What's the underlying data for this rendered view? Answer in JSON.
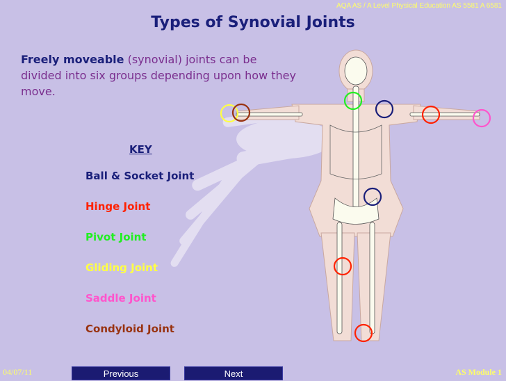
{
  "header_note": "AQA AS / A Level Physical Education AS 5581 A 6581",
  "title": "Types of Synovial Joints",
  "intro": {
    "bold": "Freely moveable",
    "rest": " (synovial) joints can be divided into six groups depending upon how they move."
  },
  "key": {
    "title": "KEY",
    "items": [
      {
        "label": "Ball & Socket Joint",
        "color": "#1a1f7a"
      },
      {
        "label": "Hinge Joint",
        "color": "#ff2200"
      },
      {
        "label": "Pivot Joint",
        "color": "#22ee22"
      },
      {
        "label": "Gliding Joint",
        "color": "#ffff44"
      },
      {
        "label": "Saddle Joint",
        "color": "#ff55cc"
      },
      {
        "label": "Condyloid Joint",
        "color": "#993311"
      }
    ]
  },
  "footer": {
    "date": "04/07/11",
    "module": "AS Module 1",
    "previous_label": "Previous",
    "next_label": "Next"
  }
}
